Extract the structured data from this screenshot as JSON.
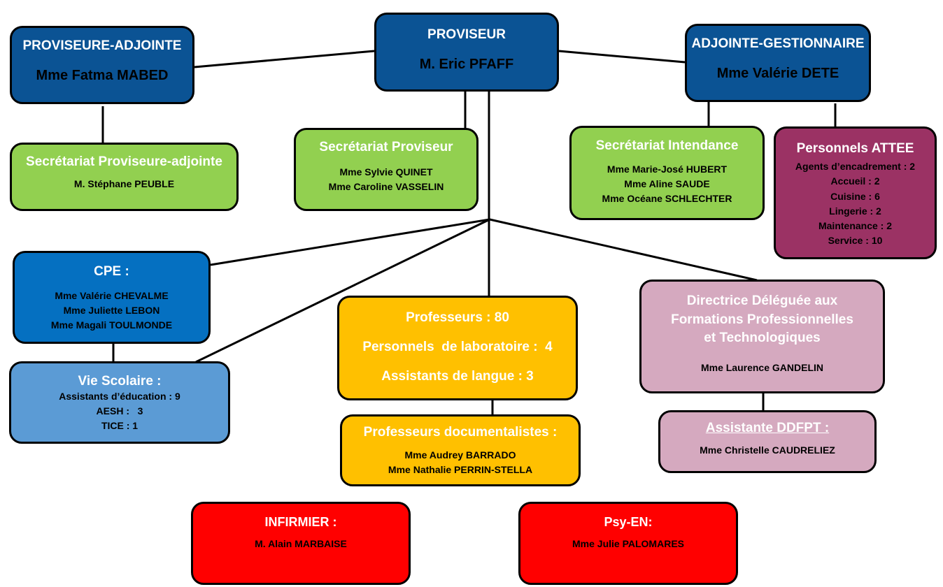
{
  "colors": {
    "direction": "#0b5394",
    "secretariat": "#92d050",
    "attee": "#9b3264",
    "cpe": "#0570c1",
    "vie_scolaire": "#5b9bd5",
    "enseignement": "#ffc000",
    "ddfpt": "#d5a9bf",
    "sante": "#ff0000",
    "connector": "#000000"
  },
  "proviseur": {
    "title": "PROVISEUR",
    "name": "M. Eric PFAFF"
  },
  "proviseure_adjointe": {
    "title": "PROVISEURE-ADJOINTE",
    "name": "Mme Fatma MABED"
  },
  "adjointe_gestionnaire": {
    "title": "ADJOINTE-GESTIONNAIRE",
    "name": "Mme Valérie DETE"
  },
  "secretariat_proviseure_adjointe": {
    "title": "Secrétariat Proviseure-adjointe",
    "members": [
      "M. Stéphane PEUBLE"
    ]
  },
  "secretariat_proviseur": {
    "title": "Secrétariat Proviseur",
    "members": [
      "Mme Sylvie QUINET",
      "Mme Caroline VASSELIN"
    ]
  },
  "secretariat_intendance": {
    "title": "Secrétariat Intendance",
    "members": [
      "Mme Marie-José HUBERT",
      "Mme Aline SAUDE",
      "Mme Océane SCHLECHTER"
    ]
  },
  "personnels_attee": {
    "title": "Personnels ATTEE",
    "items": [
      "Agents d’encadrement : 2",
      "Accueil  : 2",
      "Cuisine : 6",
      "Lingerie : 2",
      "Maintenance : 2",
      "Service : 10"
    ]
  },
  "cpe": {
    "title": "CPE :",
    "members": [
      "Mme Valérie CHEVALME",
      "Mme Juliette LEBON",
      "Mme Magali TOULMONDE"
    ]
  },
  "vie_scolaire": {
    "title": "Vie Scolaire :",
    "items": [
      "Assistants d’éducation : 9",
      "AESH :   3",
      "TICE : 1"
    ]
  },
  "enseignement": {
    "items": [
      "Professeurs : 80",
      "Personnels  de laboratoire :  4",
      "Assistants de langue : 3"
    ]
  },
  "professeurs_documentalistes": {
    "title": "Professeurs documentalistes :",
    "members": [
      "Mme Audrey BARRADO",
      "Mme Nathalie PERRIN-STELLA"
    ]
  },
  "ddfpt": {
    "title_lines": [
      "Directrice Déléguée aux",
      "Formations Professionnelles",
      "et Technologiques"
    ],
    "name": "Mme Laurence GANDELIN"
  },
  "assistante_ddfpt": {
    "title": "Assistante DDFPT :",
    "name": "Mme Christelle CAUDRELIEZ"
  },
  "infirmier": {
    "title": "INFIRMIER :",
    "name": "M. Alain MARBAISE"
  },
  "psy_en": {
    "title": "Psy-EN:",
    "name": "Mme Julie PALOMARES"
  }
}
